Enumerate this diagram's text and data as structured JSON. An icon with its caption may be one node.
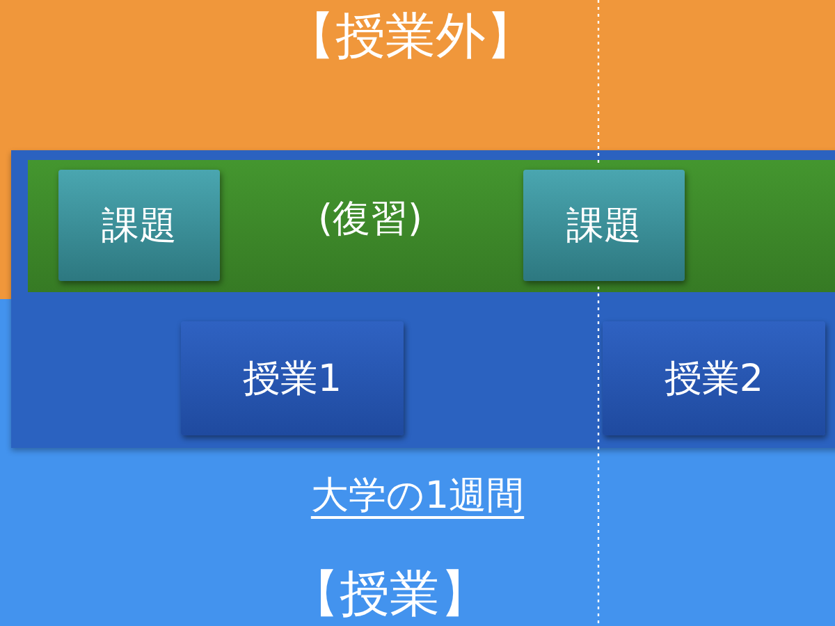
{
  "diagram": {
    "nodes": [
      {
        "text": [
          "【授業外】"
        ]
      },
      {
        "text": [
          "【授業】"
        ]
      },
      {
        "text": [],
        "shape": "box"
      },
      {
        "text": [
          "(復習)"
        ],
        "in": 2
      },
      {
        "text": [
          "課題"
        ],
        "in": 3
      },
      {
        "text": [
          "課題"
        ],
        "in": 3
      },
      {
        "text": [
          "授業1"
        ],
        "in": 2
      },
      {
        "text": [
          "授業2"
        ],
        "in": 2
      }
    ],
    "edges": [],
    "labels": [
      "大学の1週間"
    ]
  }
}
